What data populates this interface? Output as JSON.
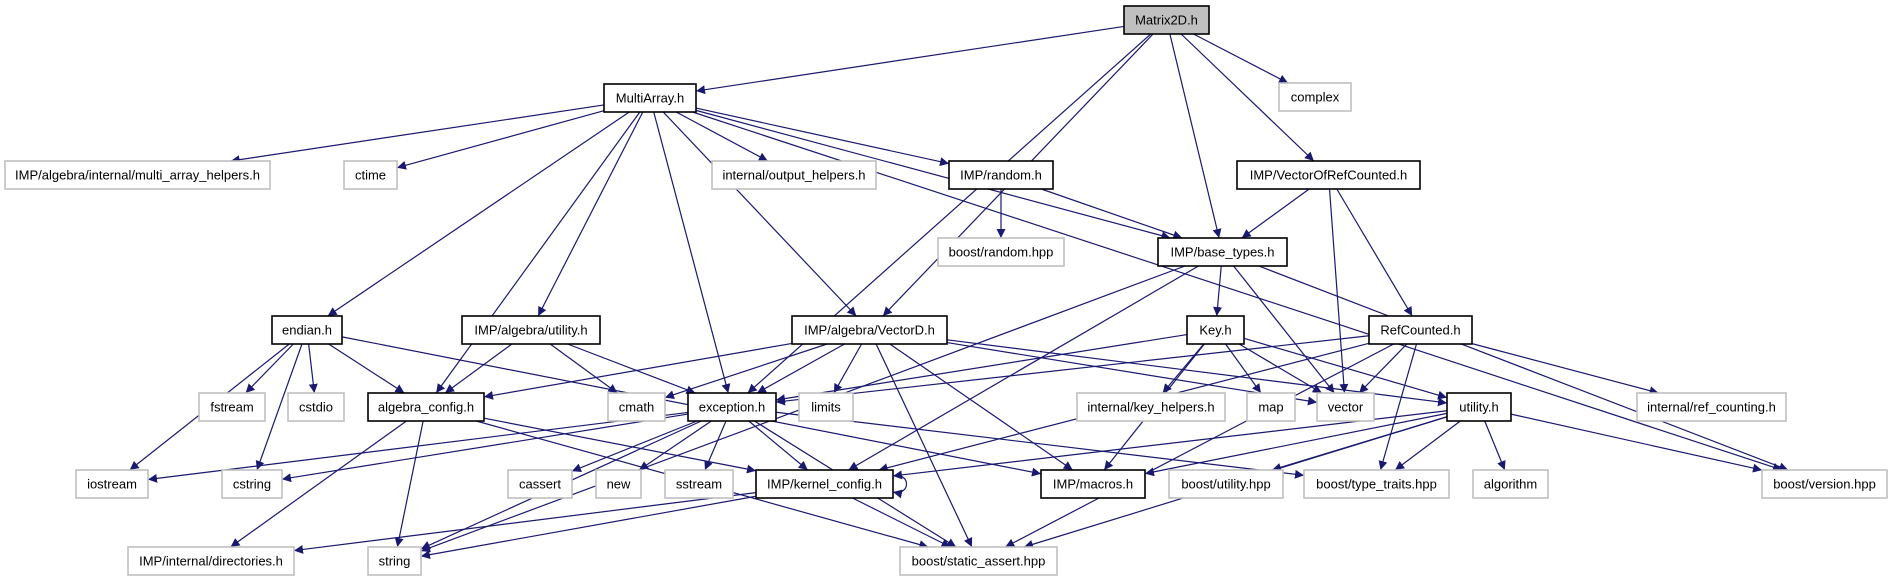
{
  "graph_title": "Matrix2D.h",
  "colors": {
    "edge": "#191970",
    "root_fill": "#bfbfbf",
    "external_border": "#c0c0c0",
    "documented_border": "#000000"
  },
  "nodes": [
    {
      "id": "matrix2d",
      "label": "Matrix2D.h",
      "kind": "root"
    },
    {
      "id": "complex",
      "label": "complex",
      "kind": "external"
    },
    {
      "id": "multiarray",
      "label": "MultiArray.h",
      "kind": "documented"
    },
    {
      "id": "mah",
      "label": "IMP/algebra/internal/multi_array_helpers.h",
      "kind": "external"
    },
    {
      "id": "ctime",
      "label": "ctime",
      "kind": "external"
    },
    {
      "id": "outh",
      "label": "internal/output_helpers.h",
      "kind": "external"
    },
    {
      "id": "random",
      "label": "IMP/random.h",
      "kind": "documented"
    },
    {
      "id": "vorc",
      "label": "IMP/VectorOfRefCounted.h",
      "kind": "documented"
    },
    {
      "id": "brandom",
      "label": "boost/random.hpp",
      "kind": "external"
    },
    {
      "id": "basetypes",
      "label": "IMP/base_types.h",
      "kind": "documented"
    },
    {
      "id": "endian",
      "label": "endian.h",
      "kind": "documented"
    },
    {
      "id": "autil",
      "label": "IMP/algebra/utility.h",
      "kind": "documented"
    },
    {
      "id": "vectord",
      "label": "IMP/algebra/VectorD.h",
      "kind": "documented"
    },
    {
      "id": "key",
      "label": "Key.h",
      "kind": "documented"
    },
    {
      "id": "refcounted",
      "label": "RefCounted.h",
      "kind": "documented"
    },
    {
      "id": "fstream",
      "label": "fstream",
      "kind": "external"
    },
    {
      "id": "cstdio",
      "label": "cstdio",
      "kind": "external"
    },
    {
      "id": "aconfig",
      "label": "algebra_config.h",
      "kind": "documented"
    },
    {
      "id": "cmath",
      "label": "cmath",
      "kind": "external"
    },
    {
      "id": "exception",
      "label": "exception.h",
      "kind": "documented"
    },
    {
      "id": "limits",
      "label": "limits",
      "kind": "external"
    },
    {
      "id": "keyhelpers",
      "label": "internal/key_helpers.h",
      "kind": "external"
    },
    {
      "id": "map",
      "label": "map",
      "kind": "external"
    },
    {
      "id": "vector",
      "label": "vector",
      "kind": "external"
    },
    {
      "id": "utility",
      "label": "utility.h",
      "kind": "documented"
    },
    {
      "id": "refcounting",
      "label": "internal/ref_counting.h",
      "kind": "external"
    },
    {
      "id": "iostream",
      "label": "iostream",
      "kind": "external"
    },
    {
      "id": "cstring",
      "label": "cstring",
      "kind": "external"
    },
    {
      "id": "cassert",
      "label": "cassert",
      "kind": "external"
    },
    {
      "id": "new",
      "label": "new",
      "kind": "external"
    },
    {
      "id": "sstream",
      "label": "sstream",
      "kind": "external"
    },
    {
      "id": "kconfig",
      "label": "IMP/kernel_config.h",
      "kind": "documented"
    },
    {
      "id": "macros",
      "label": "IMP/macros.h",
      "kind": "documented"
    },
    {
      "id": "butility",
      "label": "boost/utility.hpp",
      "kind": "external"
    },
    {
      "id": "btraits",
      "label": "boost/type_traits.hpp",
      "kind": "external"
    },
    {
      "id": "algorithm",
      "label": "algorithm",
      "kind": "external"
    },
    {
      "id": "bversion",
      "label": "boost/version.hpp",
      "kind": "external"
    },
    {
      "id": "directories",
      "label": "IMP/internal/directories.h",
      "kind": "external"
    },
    {
      "id": "string",
      "label": "string",
      "kind": "external"
    },
    {
      "id": "bsassert",
      "label": "boost/static_assert.hpp",
      "kind": "external"
    }
  ],
  "edges": [
    [
      "matrix2d",
      "multiarray"
    ],
    [
      "matrix2d",
      "exception"
    ],
    [
      "matrix2d",
      "vectord"
    ],
    [
      "matrix2d",
      "basetypes"
    ],
    [
      "matrix2d",
      "vorc"
    ],
    [
      "matrix2d",
      "complex"
    ],
    [
      "multiarray",
      "mah"
    ],
    [
      "multiarray",
      "ctime"
    ],
    [
      "multiarray",
      "outh"
    ],
    [
      "multiarray",
      "random"
    ],
    [
      "multiarray",
      "basetypes"
    ],
    [
      "multiarray",
      "bversion"
    ],
    [
      "multiarray",
      "endian"
    ],
    [
      "multiarray",
      "aconfig"
    ],
    [
      "multiarray",
      "autil"
    ],
    [
      "multiarray",
      "exception"
    ],
    [
      "multiarray",
      "vectord"
    ],
    [
      "random",
      "brandom"
    ],
    [
      "random",
      "basetypes"
    ],
    [
      "vorc",
      "basetypes"
    ],
    [
      "vorc",
      "vector"
    ],
    [
      "vorc",
      "refcounted"
    ],
    [
      "basetypes",
      "string"
    ],
    [
      "basetypes",
      "kconfig"
    ],
    [
      "basetypes",
      "key"
    ],
    [
      "basetypes",
      "vector"
    ],
    [
      "basetypes",
      "bversion"
    ],
    [
      "endian",
      "iostream"
    ],
    [
      "endian",
      "cstring"
    ],
    [
      "endian",
      "fstream"
    ],
    [
      "endian",
      "cstdio"
    ],
    [
      "endian",
      "aconfig"
    ],
    [
      "endian",
      "macros"
    ],
    [
      "autil",
      "aconfig"
    ],
    [
      "autil",
      "cmath"
    ],
    [
      "autil",
      "exception"
    ],
    [
      "vectord",
      "aconfig"
    ],
    [
      "vectord",
      "cmath"
    ],
    [
      "vectord",
      "exception"
    ],
    [
      "vectord",
      "limits"
    ],
    [
      "vectord",
      "bsassert"
    ],
    [
      "vectord",
      "macros"
    ],
    [
      "vectord",
      "vector"
    ],
    [
      "vectord",
      "utility"
    ],
    [
      "key",
      "exception"
    ],
    [
      "key",
      "macros"
    ],
    [
      "key",
      "keyhelpers"
    ],
    [
      "key",
      "map"
    ],
    [
      "key",
      "vector"
    ],
    [
      "key",
      "utility"
    ],
    [
      "refcounted",
      "exception"
    ],
    [
      "refcounted",
      "vector"
    ],
    [
      "refcounted",
      "kconfig"
    ],
    [
      "refcounted",
      "refcounting"
    ],
    [
      "refcounted",
      "btraits"
    ],
    [
      "refcounted",
      "bsassert"
    ],
    [
      "aconfig",
      "directories"
    ],
    [
      "aconfig",
      "string"
    ],
    [
      "aconfig",
      "bsassert"
    ],
    [
      "aconfig",
      "kconfig"
    ],
    [
      "exception",
      "iostream"
    ],
    [
      "exception",
      "cstring"
    ],
    [
      "exception",
      "string"
    ],
    [
      "exception",
      "cassert"
    ],
    [
      "exception",
      "new"
    ],
    [
      "exception",
      "sstream"
    ],
    [
      "exception",
      "kconfig"
    ],
    [
      "exception",
      "bsassert"
    ],
    [
      "exception",
      "btraits"
    ],
    [
      "kconfig",
      "kconfig"
    ],
    [
      "kconfig",
      "directories"
    ],
    [
      "kconfig",
      "string"
    ],
    [
      "kconfig",
      "bsassert"
    ],
    [
      "utility",
      "kconfig"
    ],
    [
      "utility",
      "macros"
    ],
    [
      "utility",
      "butility"
    ],
    [
      "utility",
      "btraits"
    ],
    [
      "utility",
      "algorithm"
    ],
    [
      "utility",
      "bsassert"
    ],
    [
      "utility",
      "bversion"
    ]
  ]
}
